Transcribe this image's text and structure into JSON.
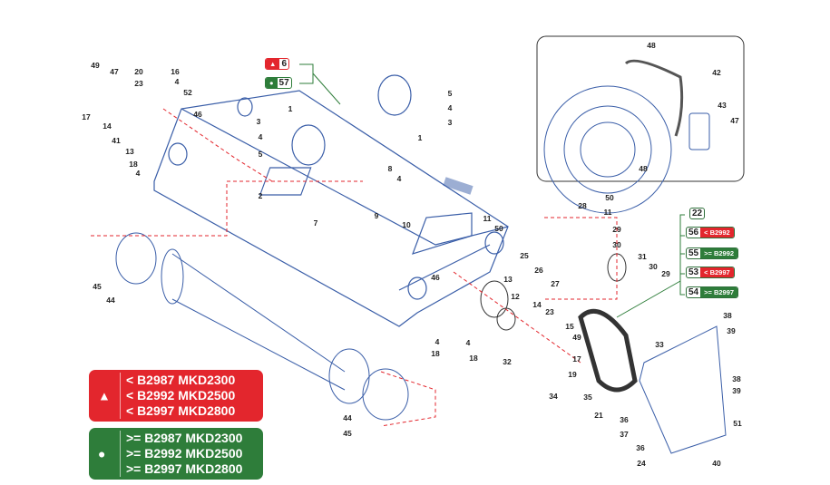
{
  "colors": {
    "red": "#e3262d",
    "green": "#2e7d3a",
    "drawing": "#3a5ea8",
    "dashed": "#e3262d"
  },
  "callouts": [
    "49",
    "47",
    "20",
    "23",
    "16",
    "4",
    "52",
    "17",
    "14",
    "46",
    "41",
    "13",
    "18",
    "4",
    "1",
    "3",
    "4",
    "5",
    "2",
    "8",
    "4",
    "9",
    "7",
    "10",
    "11",
    "50",
    "5",
    "4",
    "3",
    "1",
    "45",
    "44",
    "28",
    "50",
    "11",
    "29",
    "30",
    "31",
    "30",
    "29",
    "25",
    "26",
    "27",
    "46",
    "13",
    "12",
    "14",
    "23",
    "15",
    "49",
    "17",
    "19",
    "32",
    "4",
    "18",
    "4",
    "18",
    "33",
    "34",
    "35",
    "21",
    "36",
    "37",
    "36",
    "24",
    "40",
    "38",
    "39",
    "38",
    "39",
    "51",
    "44",
    "45",
    "48",
    "42",
    "43",
    "47",
    "48"
  ],
  "version_tags": {
    "red_ref": "6",
    "green_ref": "57"
  },
  "belt_group": {
    "ref": "22",
    "items": [
      {
        "n": "56",
        "cond": "< B2992",
        "color": "red"
      },
      {
        "n": "55",
        "cond": ">= B2992",
        "color": "green"
      },
      {
        "n": "53",
        "cond": "< B2997",
        "color": "red"
      },
      {
        "n": "54",
        "cond": ">= B2997",
        "color": "green"
      }
    ]
  },
  "legend_red": {
    "symbol": "triangle",
    "rows": [
      "< B2987 MKD2300",
      "< B2992 MKD2500",
      "< B2997 MKD2800"
    ]
  },
  "legend_green": {
    "symbol": "circle",
    "rows": [
      ">= B2987 MKD2300",
      ">= B2992 MKD2500",
      ">= B2997 MKD2800"
    ]
  }
}
